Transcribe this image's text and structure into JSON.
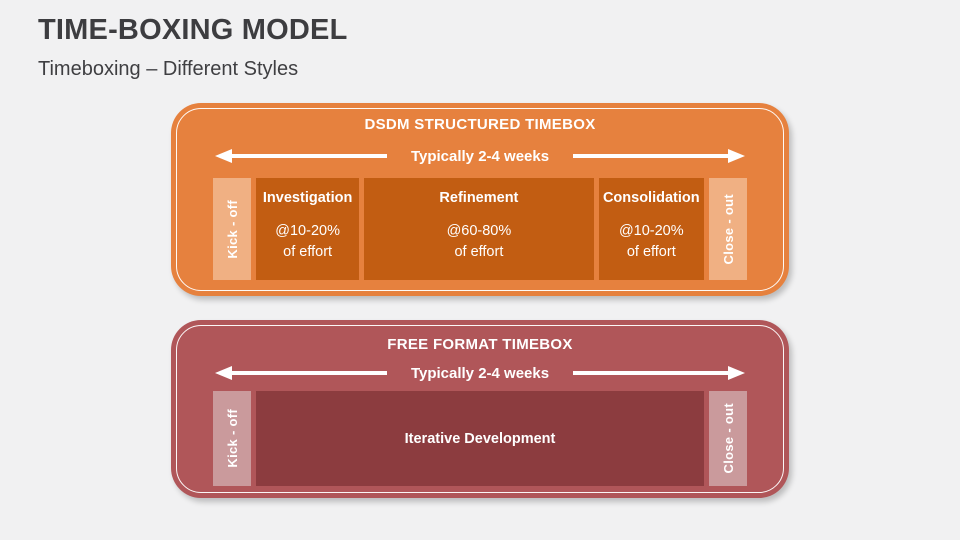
{
  "slide": {
    "title": "TIME-BOXING MODEL",
    "subtitle": "Timeboxing – Different Styles"
  },
  "colors": {
    "background": "#f1f1f2",
    "heading_text": "#3d3d40",
    "orange_panel": "#e6813e",
    "orange_phase_box": "#c25d12",
    "orange_side_label": "#f0b083",
    "maroon_panel": "#b05659",
    "maroon_phase_box": "#8c3c3f",
    "maroon_side_label": "#ca9a9c",
    "panel_text": "#ffffff"
  },
  "panels": [
    {
      "title": "DSDM STRUCTURED TIMEBOX",
      "duration_label": "Typically 2-4 weeks",
      "kickoff_label": "Kick - off",
      "closeout_label": "Close - out",
      "phases": [
        {
          "name": "Investigation",
          "effort_pct": "@10-20%",
          "effort_suffix": "of effort"
        },
        {
          "name": "Refinement",
          "effort_pct": "@60-80%",
          "effort_suffix": "of effort"
        },
        {
          "name": "Consolidation",
          "effort_pct": "@10-20%",
          "effort_suffix": "of effort"
        }
      ]
    },
    {
      "title": "FREE FORMAT TIMEBOX",
      "duration_label": "Typically 2-4 weeks",
      "kickoff_label": "Kick - off",
      "closeout_label": "Close - out",
      "phases": [
        {
          "name": "Iterative Development"
        }
      ]
    }
  ]
}
